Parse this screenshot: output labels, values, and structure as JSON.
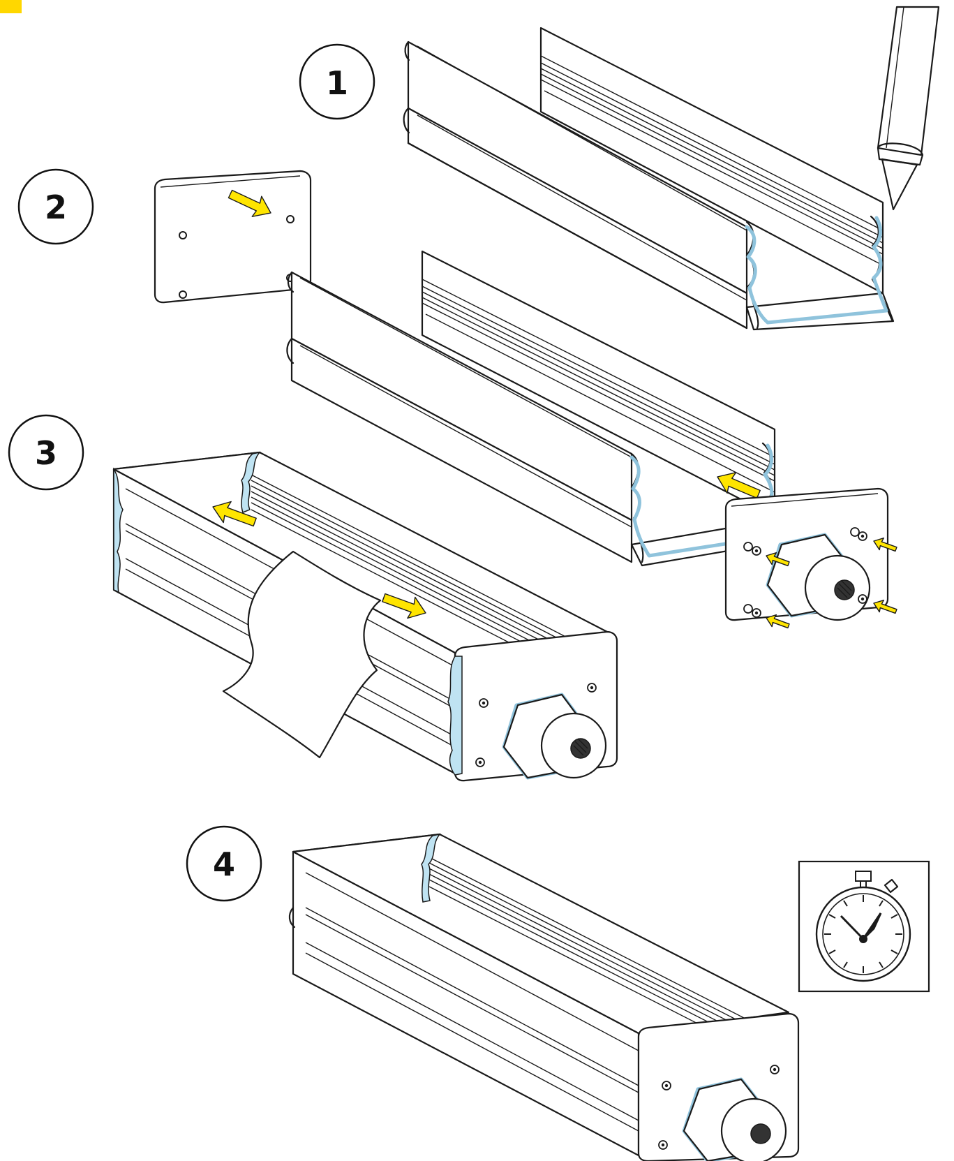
{
  "steps": [
    {
      "number": "1"
    },
    {
      "number": "2"
    },
    {
      "number": "3"
    },
    {
      "number": "4"
    }
  ],
  "icons": {
    "corner_tag": "corner-tag-icon",
    "sealant_tube": "sealant-tube-icon",
    "stopwatch": "stopwatch-icon",
    "arrow": "arrow-icon"
  },
  "colors": {
    "sealant": "#bfe3f2",
    "sealant_edge": "#8fc3dc",
    "arrow": "#ffe500",
    "corner_tag": "#ffd700",
    "tube": "#e6e6e6",
    "line": "#1a1a1a"
  }
}
